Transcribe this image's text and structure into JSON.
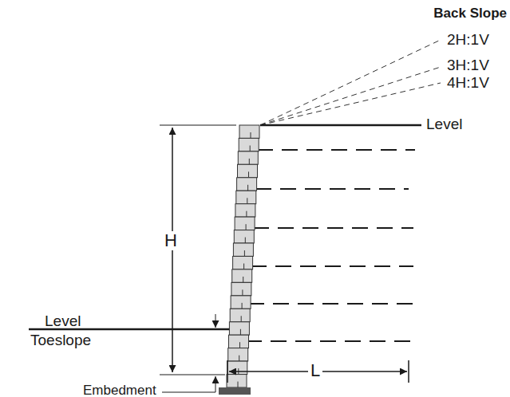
{
  "diagram": {
    "labels": [
      "Back Slope",
      "2H:1V",
      "3H:1V",
      "4H:1V",
      "Level",
      "H",
      "Level",
      "Toeslope",
      "L",
      "Embedment"
    ]
  }
}
